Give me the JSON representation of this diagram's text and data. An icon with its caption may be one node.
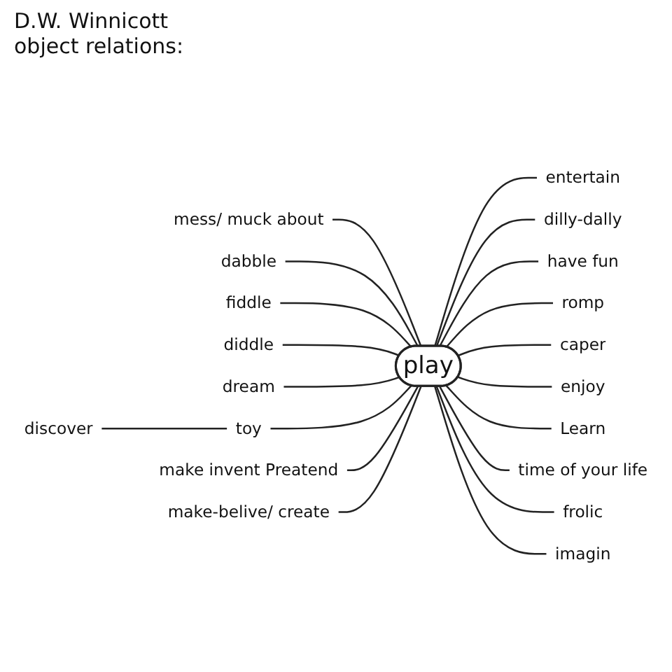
{
  "diagram": {
    "title": "D.W. Winnicott object relations:",
    "nodes": [
      {
        "text": [
          "mess/ muck about"
        ]
      },
      {
        "text": [
          "dabble"
        ]
      },
      {
        "text": [
          "entertain"
        ]
      },
      {
        "text": [
          "dilly-dally"
        ]
      },
      {
        "text": [
          "fiddle"
        ]
      },
      {
        "text": [
          "have fun"
        ]
      },
      {
        "text": [
          "diddle"
        ]
      },
      {
        "text": [
          "play"
        ]
      },
      {
        "text": [
          "romp"
        ]
      },
      {
        "text": [
          "caper"
        ]
      },
      {
        "text": [
          "dream"
        ]
      },
      {
        "text": [
          "enjoy"
        ]
      },
      {
        "text": [
          "toy"
        ]
      },
      {
        "text": [
          "Learn"
        ]
      },
      {
        "text": [
          "discover"
        ]
      },
      {
        "text": [
          "frolic"
        ]
      },
      {
        "text": [
          "make invent Preatend"
        ]
      },
      {
        "text": [
          "imagin"
        ]
      },
      {
        "text": [
          "time of your life"
        ]
      },
      {
        "text": [
          "make-belive/ create"
        ]
      }
    ],
    "edges": [
      {
        "from": 0,
        "to": 7,
        "arrow": "none"
      },
      {
        "from": 1,
        "to": 7,
        "arrow": "none"
      },
      {
        "from": 4,
        "to": 7,
        "arrow": "none"
      },
      {
        "from": 6,
        "to": 7,
        "arrow": "none"
      },
      {
        "from": 10,
        "to": 7,
        "arrow": "none"
      },
      {
        "from": 12,
        "to": 7,
        "arrow": "none"
      },
      {
        "from": 14,
        "to": 12,
        "arrow": "none"
      },
      {
        "from": 16,
        "to": 7,
        "arrow": "none"
      },
      {
        "from": 19,
        "to": 7,
        "arrow": "none"
      },
      {
        "from": 7,
        "to": 2,
        "arrow": "none"
      },
      {
        "from": 7,
        "to": 3,
        "arrow": "none"
      },
      {
        "from": 7,
        "to": 5,
        "arrow": "none"
      },
      {
        "from": 7,
        "to": 8,
        "arrow": "none"
      },
      {
        "from": 7,
        "to": 9,
        "arrow": "none"
      },
      {
        "from": 7,
        "to": 11,
        "arrow": "none"
      },
      {
        "from": 7,
        "to": 13,
        "arrow": "none"
      },
      {
        "from": 7,
        "to": 18,
        "arrow": "none"
      },
      {
        "from": 7,
        "to": 15,
        "arrow": "none"
      },
      {
        "from": 7,
        "to": 17,
        "arrow": "none"
      }
    ]
  }
}
